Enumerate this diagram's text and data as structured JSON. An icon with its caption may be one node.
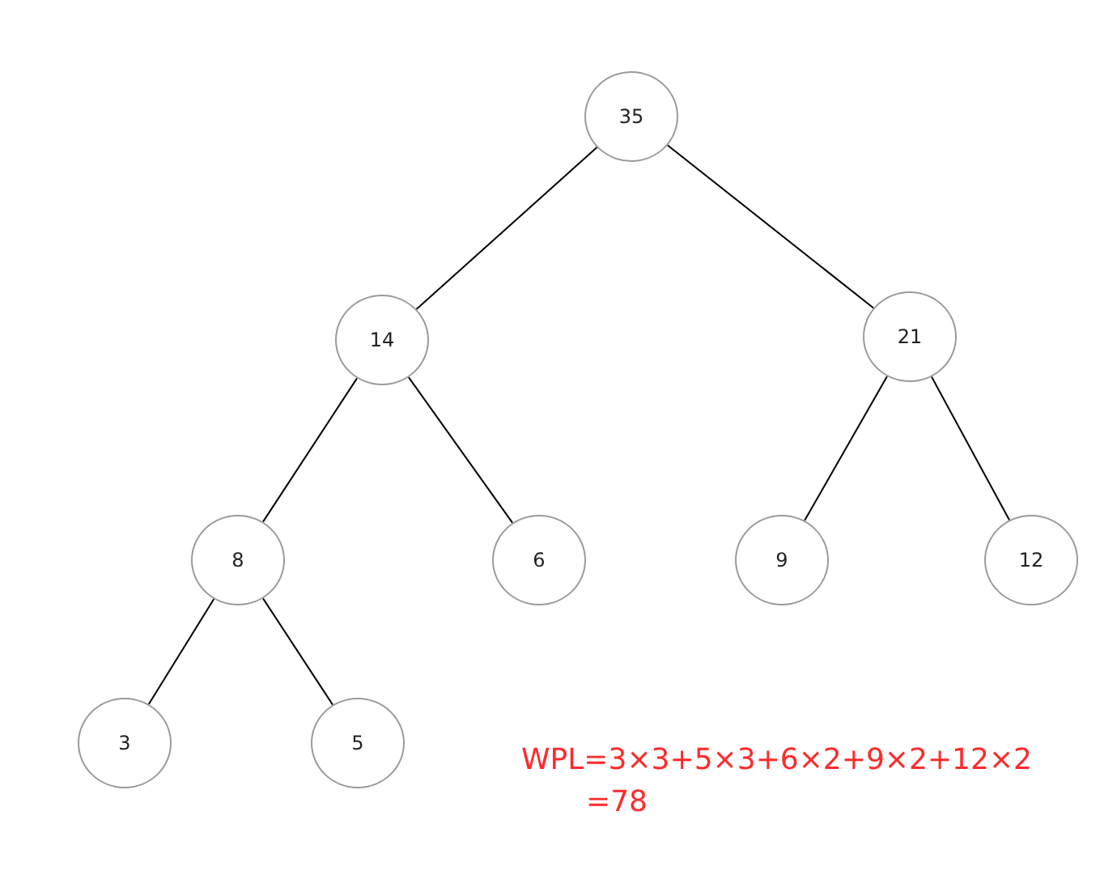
{
  "diagram": {
    "nodes": [
      {
        "text": [
          "35"
        ]
      },
      {
        "text": [
          "14"
        ]
      },
      {
        "text": [
          "21"
        ]
      },
      {
        "text": [
          "8"
        ]
      },
      {
        "text": [
          "6"
        ]
      },
      {
        "text": [
          "9"
        ]
      },
      {
        "text": [
          "12"
        ]
      },
      {
        "text": [
          "3"
        ]
      },
      {
        "text": [
          "5"
        ]
      }
    ],
    "edges": [
      {
        "from": 0,
        "to": 1,
        "arrow": "none"
      },
      {
        "from": 0,
        "to": 2,
        "arrow": "none"
      },
      {
        "from": 1,
        "to": 3,
        "arrow": "none"
      },
      {
        "from": 1,
        "to": 4,
        "arrow": "none"
      },
      {
        "from": 2,
        "to": 5,
        "arrow": "none"
      },
      {
        "from": 2,
        "to": 6,
        "arrow": "none"
      },
      {
        "from": 3,
        "to": 7,
        "arrow": "none"
      },
      {
        "from": 3,
        "to": 8,
        "arrow": "none"
      }
    ],
    "labels": [
      "WPL=3×3+5×3+6×2+9×2+12×2",
      "=78"
    ]
  }
}
